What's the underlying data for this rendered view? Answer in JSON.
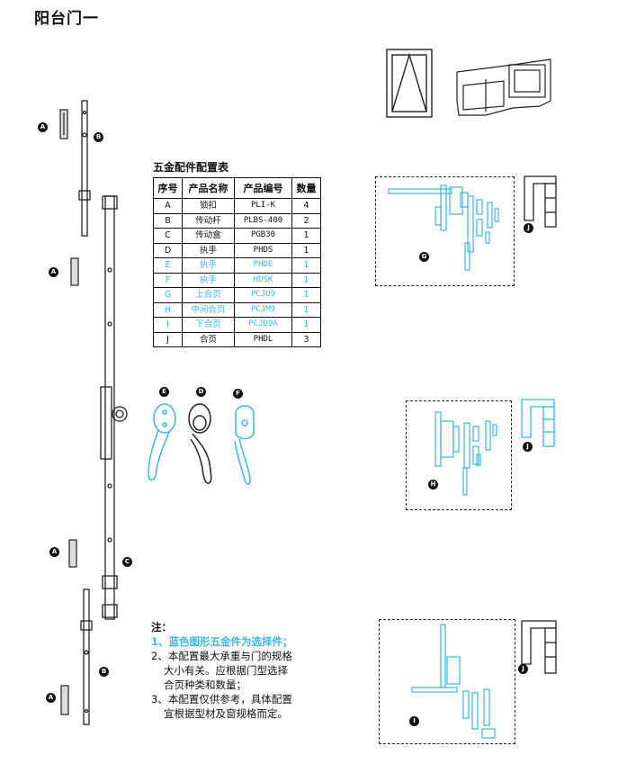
{
  "page_title": "阳台门一",
  "table": {
    "title": "五金配件配置表",
    "headers": [
      "序号",
      "产品名称",
      "产品编号",
      "数量"
    ],
    "rows": [
      {
        "id": "A",
        "name": "锁扣",
        "code": "PLI-K",
        "qty": "4",
        "optional": false
      },
      {
        "id": "B",
        "name": "传动杆",
        "code": "PLBS-400",
        "qty": "2",
        "optional": false
      },
      {
        "id": "C",
        "name": "传动盒",
        "code": "PGB30",
        "qty": "1",
        "optional": false
      },
      {
        "id": "D",
        "name": "执手",
        "code": "PHDS",
        "qty": "1",
        "optional": false
      },
      {
        "id": "E",
        "name": "执手",
        "code": "PHDE",
        "qty": "1",
        "optional": true
      },
      {
        "id": "F",
        "name": "执手",
        "code": "HDSK",
        "qty": "1",
        "optional": true
      },
      {
        "id": "G",
        "name": "上合页",
        "code": "PCJU9",
        "qty": "1",
        "optional": true
      },
      {
        "id": "H",
        "name": "中间合页",
        "code": "PCJM9",
        "qty": "1",
        "optional": true
      },
      {
        "id": "I",
        "name": "下合页",
        "code": "PCJD9A",
        "qty": "1",
        "optional": true
      },
      {
        "id": "J",
        "name": "合页",
        "code": "PHDL",
        "qty": "3",
        "optional": false
      }
    ]
  },
  "notes": {
    "heading": "注：",
    "line1": "1、蓝色图形五金件为选择件；",
    "line2a": "2、本配置最大承重与门的规格",
    "line2b": "大小有关。应根据门型选择",
    "line2c": "合页种类和数量；",
    "line3a": "3、本配置仅供参考，具体配置",
    "line3b": "宜根据型材及窗规格而定。"
  },
  "labels": {
    "A": "A",
    "B": "B",
    "C": "C",
    "D": "D",
    "E": "E",
    "F": "F",
    "G": "G",
    "H": "H",
    "I": "I",
    "J": "J"
  },
  "colors": {
    "optional_blue": "#39b7e6",
    "line": "#111111"
  }
}
